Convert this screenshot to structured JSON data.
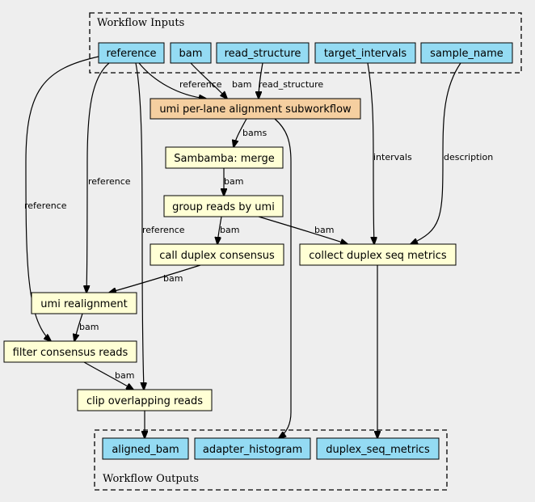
{
  "clusters": {
    "inputs": "Workflow Inputs",
    "outputs": "Workflow Outputs"
  },
  "inputs": {
    "reference": "reference",
    "bam": "bam",
    "read_structure": "read_structure",
    "target_intervals": "target_intervals",
    "sample_name": "sample_name"
  },
  "steps": {
    "umi_subworkflow": "umi per-lane alignment subworkflow",
    "sambamba_merge": "Sambamba: merge",
    "group_reads": "group reads by umi",
    "call_duplex": "call duplex consensus",
    "collect_metrics": "collect duplex seq metrics",
    "umi_realignment": "umi realignment",
    "filter_consensus": "filter consensus reads",
    "clip_overlapping": "clip overlapping reads"
  },
  "outputs": {
    "aligned_bam": "aligned_bam",
    "adapter_histogram": "adapter_histogram",
    "duplex_seq_metrics": "duplex_seq_metrics"
  },
  "edge_labels": {
    "ref_to_sub": "reference",
    "bam_to_sub": "bam",
    "rs_to_sub": "read_structure",
    "sub_to_merge": "bams",
    "merge_to_group": "bam",
    "intervals": "intervals",
    "description": "description",
    "ref_to_realign": "reference",
    "ref_to_filter": "reference",
    "ref_to_clip": "reference",
    "group_to_metrics": "bam",
    "group_to_call": "bam",
    "call_to_realign": "bam",
    "realign_to_filter": "bam",
    "filter_to_clip": "bam"
  }
}
